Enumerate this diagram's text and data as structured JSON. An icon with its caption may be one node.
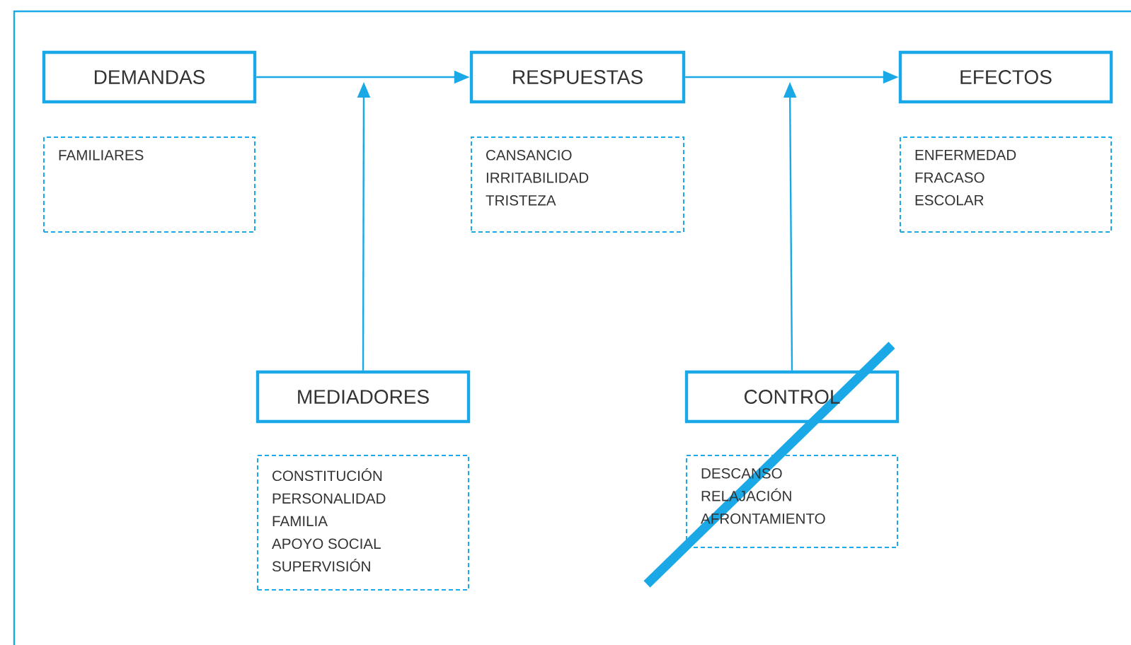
{
  "diagram": {
    "nodes": [
      {
        "text": [
          "DEMANDAS"
        ]
      },
      {
        "text": [
          "FAMILIARES"
        ]
      },
      {
        "text": [
          "RESPUESTAS"
        ]
      },
      {
        "text": [
          "CANSANCIO",
          "IRRITABILIDAD",
          "TRISTEZA"
        ]
      },
      {
        "text": [
          "EFECTOS"
        ]
      },
      {
        "text": [
          "ENFERMEDAD",
          "FRACASO ESCOLAR"
        ]
      },
      {
        "text": [
          "MEDIADORES"
        ]
      },
      {
        "text": [
          "CONSTITUCIÓN",
          "PERSONALIDAD",
          "FAMILIA",
          "APOYO SOCIAL",
          "SUPERVISIÓN"
        ]
      },
      {
        "text": [
          "CONTROL"
        ]
      },
      {
        "text": [
          "DESCANSO",
          "RELAJACIÓN",
          "AFRONTAMIENTO"
        ]
      }
    ],
    "edges": [
      {
        "from": 0,
        "to": 2,
        "arrow": "to"
      },
      {
        "from": 2,
        "to": 4,
        "arrow": "to"
      },
      {
        "from": 6,
        "to": null,
        "arrow": "to"
      },
      {
        "from": 8,
        "to": null,
        "arrow": "to"
      }
    ]
  }
}
